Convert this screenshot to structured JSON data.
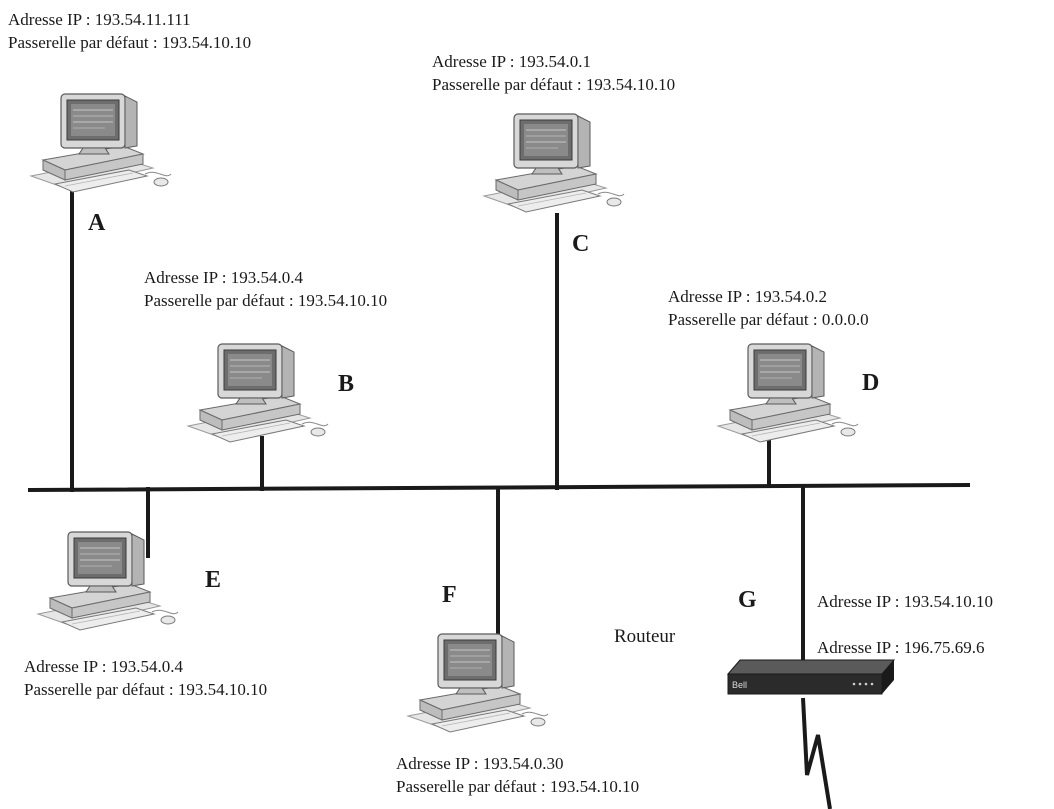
{
  "hosts": {
    "A": {
      "letter": "A",
      "ip": "Adresse IP :  193.54.11.111",
      "gateway": "Passerelle par défaut : 193.54.10.10"
    },
    "B": {
      "letter": "B",
      "ip": "Adresse IP :  193.54.0.4",
      "gateway": "Passerelle par défaut : 193.54.10.10"
    },
    "C": {
      "letter": "C",
      "ip": "Adresse IP :  193.54.0.1",
      "gateway": "Passerelle par défaut : 193.54.10.10"
    },
    "D": {
      "letter": "D",
      "ip": "Adresse IP :  193.54.0.2",
      "gateway": "Passerelle par défaut : 0.0.0.0"
    },
    "E": {
      "letter": "E",
      "ip": "Adresse IP :  193.54.0.4",
      "gateway": "Passerelle par défaut : 193.54.10.10"
    },
    "F": {
      "letter": "F",
      "ip": "Adresse IP :  193.54.0.30",
      "gateway": "Passerelle par défaut : 193.54.10.10"
    }
  },
  "router": {
    "letter": "G",
    "label": "Routeur",
    "ip_lan": "Adresse IP :  193.54.10.10",
    "ip_wan": "Adresse IP :  196.75.69.6",
    "brand": "Bell"
  },
  "icons": {
    "computer": "desktop-computer-icon",
    "router": "router-device-icon"
  },
  "colors": {
    "line": "#1a1a1a",
    "router_body": "#2b2b2b"
  }
}
